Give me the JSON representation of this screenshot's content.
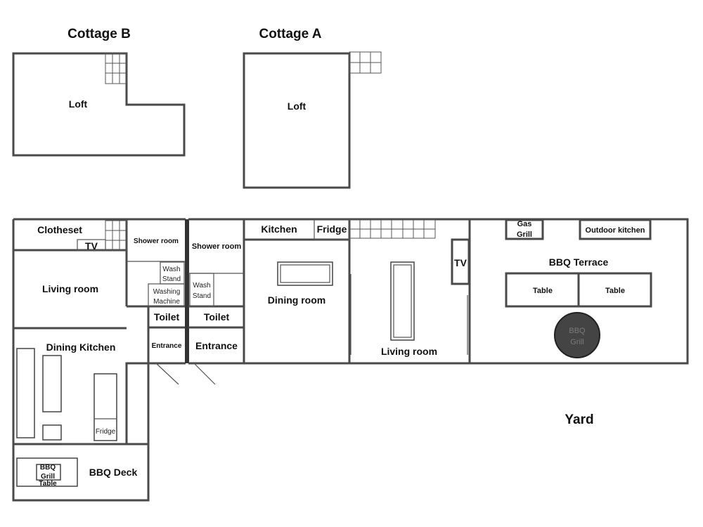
{
  "cottage_b": {
    "title": "Cottage B",
    "loft": "Loft"
  },
  "cottage_a": {
    "title": "Cottage A",
    "loft": "Loft"
  },
  "rooms_b": {
    "clotheset": "Clotheset",
    "tv": "TV",
    "shower_room": "Shower room",
    "wash_stand_1": "Wash",
    "wash_stand_2": "Stand",
    "washing_machine_1": "Washing",
    "washing_machine_2": "Machine",
    "toilet": "Toilet",
    "entrance": "Entrance",
    "living_room": "Living room",
    "dining_kitchen": "Dining Kitchen",
    "fridge": "Fridge",
    "bbq_deck": "BBQ Deck",
    "bbq_grill_1": "BBQ",
    "bbq_grill_2": "Grill",
    "table": "Table"
  },
  "rooms_a": {
    "shower_room": "Shower room",
    "wash_stand_1": "Wash",
    "wash_stand_2": "Stand",
    "toilet": "Toilet",
    "entrance": "Entrance",
    "kitchen": "Kitchen",
    "fridge": "Fridge",
    "dining_room": "Dining room",
    "living_room": "Living room",
    "tv": "TV",
    "gas_grill_1": "Gas",
    "gas_grill_2": "Grill",
    "outdoor_kitchen": "Outdoor kitchen",
    "bbq_terrace": "BBQ Terrace",
    "table_left": "Table",
    "table_right": "Table",
    "bbq_grill_1": "BBQ",
    "bbq_grill_2": "Grill"
  },
  "yard": "Yard"
}
